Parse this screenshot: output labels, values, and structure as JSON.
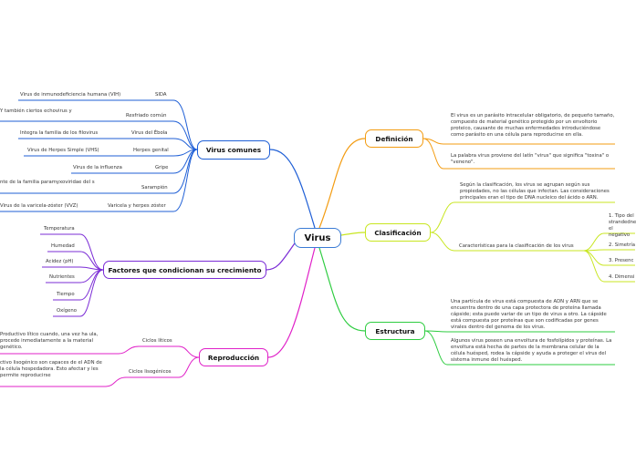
{
  "central": "Virus",
  "branches": {
    "definicion": {
      "title": "Definición",
      "color": "#f39c12",
      "items": [
        "El virus es un parásito intracelular obligatorio, de pequeño tamaño, compuesto de material genético protegido por un envoltorio proteico, causante de muchas enfermedades introduciéndose como parásito en una célula para reproducirse en ella.",
        "La palabra virus proviene del latín \"virus\" que significa \"toxina\" o \"veneno\"."
      ]
    },
    "clasificacion": {
      "title": "Clasificación",
      "color": "#c8e620",
      "intro": "Según la clasificación, los virus se agrupan según sus propiedades, no las células que infectan. Las consideraciones principales eran el tipo de DNA nucleico del ácido o ARN.",
      "caracteristicas_label": "Características para la clasificación de los virus",
      "caracteristicas": [
        "1. Tipo del strandedne el negativo",
        "2. Simetría",
        "3. Presenc",
        "4. Dimensi"
      ]
    },
    "estructura": {
      "title": "Estructura",
      "color": "#2ecc40",
      "items": [
        "Una partícula de virus está compuesta de ADN y ARN que se encuentra dentro de una capa protectora de proteína llamada cápside; esta puede variar de un tipo de virus a otro. La cápside está compuesta por proteínas que son codificadas por genes virales dentro del genoma de los virus.",
        "Algunos virus poseen una envoltura de fosfolípidos y proteínas. La envoltura está hecha de partes de la membrana celular de la célula huésped, rodea la cápside y ayuda a proteger el virus del sistema inmune del huésped."
      ]
    },
    "virus_comunes": {
      "title": "Virus comunes",
      "color": "#1f5fd6",
      "items": [
        {
          "name": "SIDA",
          "detail": "Virus de inmunodeficiencia humana (VIH)"
        },
        {
          "name": "Resfriado común",
          "detail": "Y también ciertos echovirus y"
        },
        {
          "name": "Virus del Ébola",
          "detail": "Integra la familia de los filovirus"
        },
        {
          "name": "Herpes genital",
          "detail": "Virus de Herpes Simple (VHS)"
        },
        {
          "name": "Gripe",
          "detail": "Virus de la influenza"
        },
        {
          "name": "Sarampión",
          "detail": "nte de la familia paramyxoviridae del s"
        },
        {
          "name": "Varicela y herpes zóster",
          "detail": "Virus de la varicela-zóster (VVZ)"
        }
      ]
    },
    "factores": {
      "title": "Factores que condicionan su crecimiento",
      "color": "#7b2cd6",
      "items": [
        "Temperatura",
        "Humedad",
        "Acidez (pH)",
        "Nutrientes",
        "Tiempo",
        "Oxígeno"
      ]
    },
    "reproduccion": {
      "title": "Reproducción",
      "color": "#e020c8",
      "items": [
        {
          "name": "Ciclos líticos",
          "detail": "Productivo lítico cuando, una vez ha ula, procede inmediatamente a la material genético."
        },
        {
          "name": "Ciclos lisogénicos",
          "detail": "ctivo lisogénico son capaces de el ADN de la célula hospedadora. Esto afectar y les permite reproducirse"
        }
      ]
    }
  }
}
